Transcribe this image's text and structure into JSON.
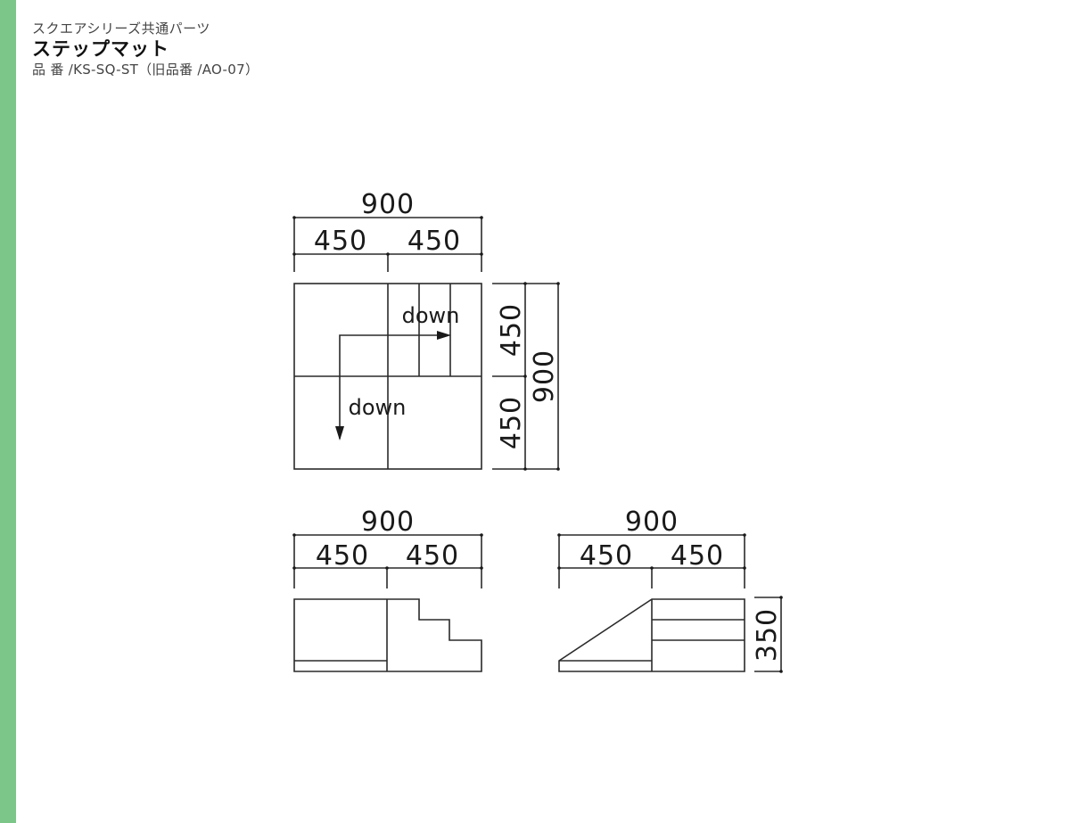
{
  "header": {
    "series_title": "スクエアシリーズ共通パーツ",
    "product_name": "ステップマット",
    "product_code": "品 番 /KS-SQ-ST（旧品番 /AO-07）"
  },
  "theme": {
    "side_bar_color": "#7dc68a",
    "line_color": "#2a2a2a"
  },
  "plan_view": {
    "total_width": "900",
    "segment_widths": [
      "450",
      "450"
    ],
    "segment_depths": [
      "450",
      "450"
    ],
    "total_depth": "900",
    "arrow_labels": [
      "down",
      "down"
    ]
  },
  "side_view": {
    "total_width": "900",
    "segment_widths": [
      "450",
      "450"
    ]
  },
  "front_view": {
    "total_width": "900",
    "segment_widths": [
      "450",
      "450"
    ],
    "height": "350"
  }
}
